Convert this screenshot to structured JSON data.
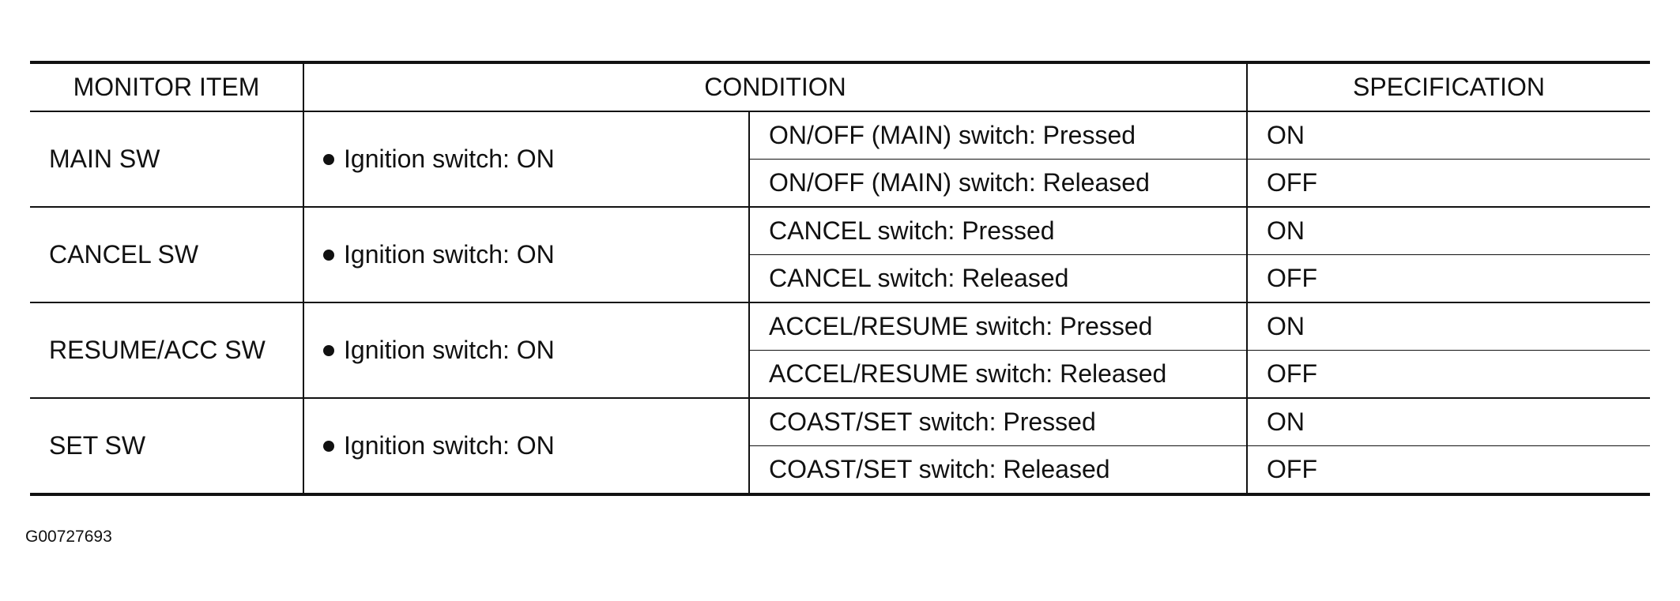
{
  "table": {
    "headers": [
      "MONITOR ITEM",
      "CONDITION",
      "SPECIFICATION"
    ],
    "rows": [
      {
        "item": "MAIN SW",
        "condition": "Ignition switch: ON",
        "sub": [
          {
            "state": "ON/OFF (MAIN) switch: Pressed",
            "spec": "ON"
          },
          {
            "state": "ON/OFF (MAIN) switch: Released",
            "spec": "OFF"
          }
        ]
      },
      {
        "item": "CANCEL SW",
        "condition": "Ignition switch: ON",
        "sub": [
          {
            "state": "CANCEL switch: Pressed",
            "spec": "ON"
          },
          {
            "state": "CANCEL switch: Released",
            "spec": "OFF"
          }
        ]
      },
      {
        "item": "RESUME/ACC SW",
        "condition": "Ignition switch: ON",
        "sub": [
          {
            "state": "ACCEL/RESUME switch: Pressed",
            "spec": "ON"
          },
          {
            "state": "ACCEL/RESUME switch: Released",
            "spec": "OFF"
          }
        ]
      },
      {
        "item": "SET SW",
        "condition": "Ignition switch: ON",
        "sub": [
          {
            "state": "COAST/SET switch: Pressed",
            "spec": "ON"
          },
          {
            "state": "COAST/SET switch: Released",
            "spec": "OFF"
          }
        ]
      }
    ]
  },
  "figure_id": "G00727693"
}
